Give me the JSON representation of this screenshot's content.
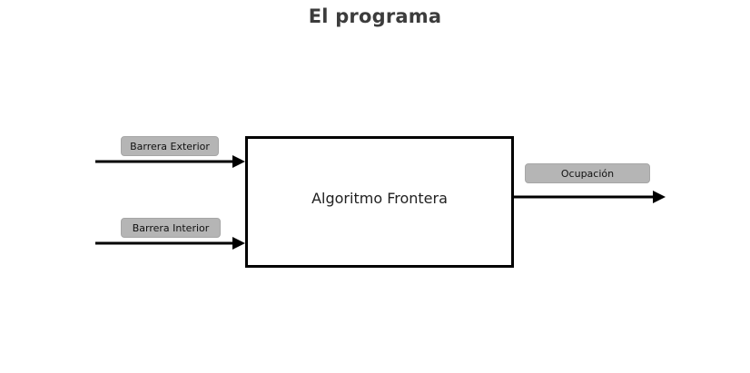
{
  "title": "El programa",
  "diagram": {
    "process_box": {
      "label": "Algoritmo Frontera"
    },
    "inputs": [
      {
        "label": "Barrera Exterior"
      },
      {
        "label": "Barrera Interior"
      }
    ],
    "output": {
      "label": "Ocupación"
    },
    "colors": {
      "label_background": "#b5b5b5",
      "label_border": "#a6a6a6",
      "arrow": "#000000",
      "box_border": "#000000",
      "title_text": "#3c3c3c",
      "box_text": "#212121",
      "background": "#ffffff"
    }
  }
}
